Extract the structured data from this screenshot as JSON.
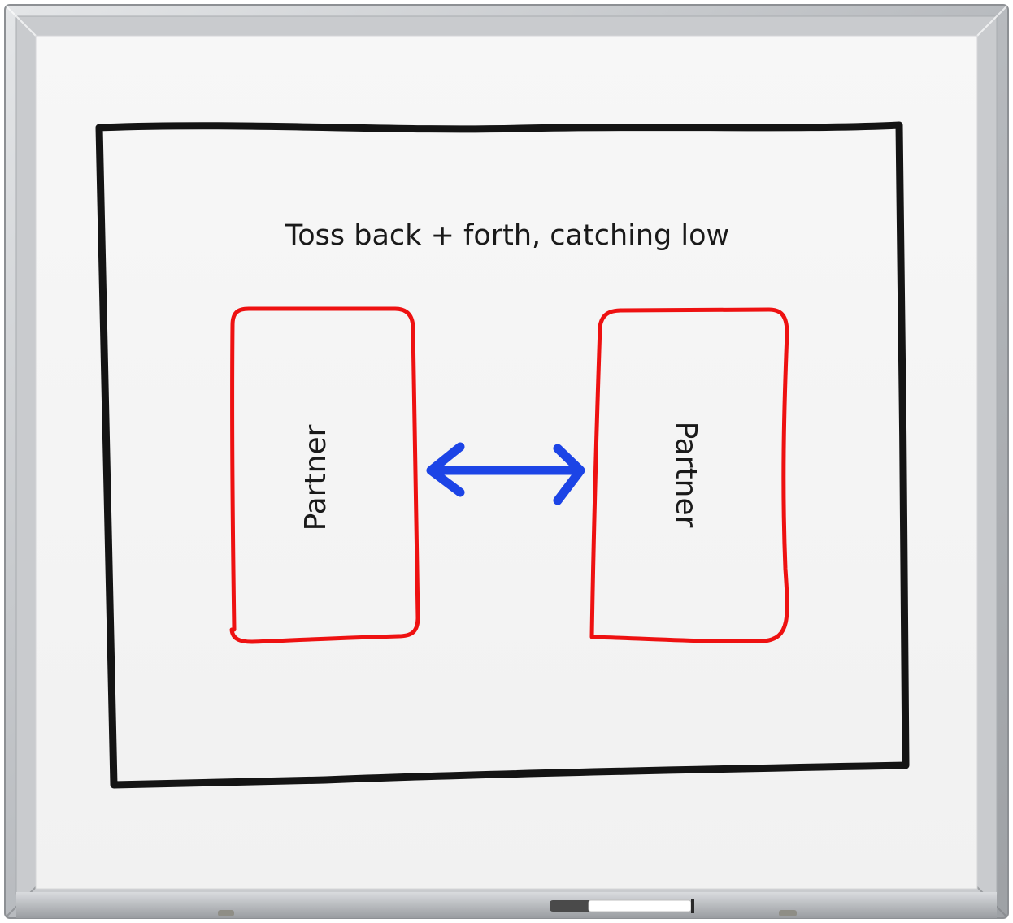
{
  "whiteboard": {
    "caption": "Toss back + forth, catching low",
    "partner_left": "Partner",
    "partner_right": "Partner"
  },
  "colors": {
    "frame": "#b9bcc0",
    "board": "#f4f4f4",
    "field_outline": "#141414",
    "partner_outline": "#ee1111",
    "arrow": "#1c44e6"
  },
  "icons": {
    "arrow": "double-headed-arrow-icon",
    "marker": "marker-icon"
  }
}
